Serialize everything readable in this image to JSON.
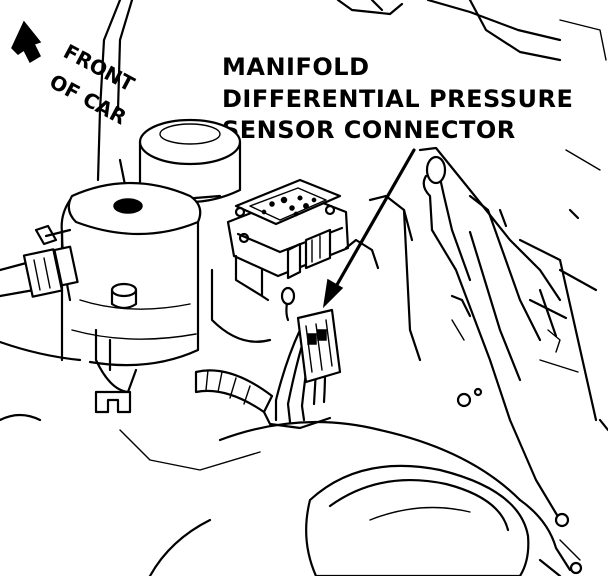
{
  "front_label": {
    "line1": "FRONT",
    "line2": "OF CAR"
  },
  "callout": {
    "line1": "MANIFOLD",
    "line2": "DIFFERENTIAL PRESSURE",
    "line3": "SENSOR CONNECTOR"
  },
  "icons": {
    "direction_arrow": "front-arrow-icon",
    "callout_arrow": "callout-arrow-icon"
  }
}
